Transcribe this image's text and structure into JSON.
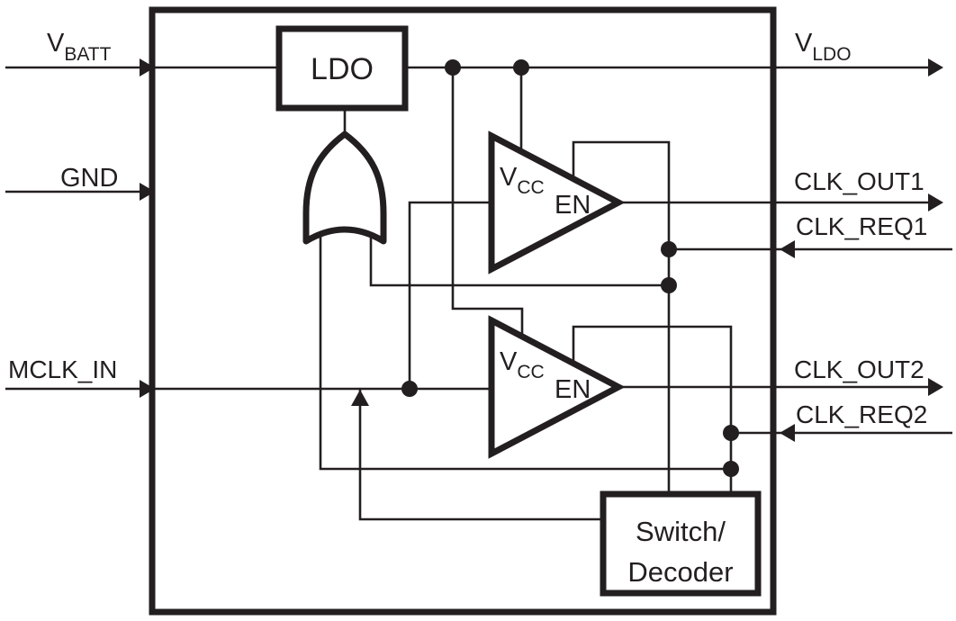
{
  "colors": {
    "ink": "#231f20",
    "background": "#ffffff"
  },
  "pins": {
    "vbatt": {
      "base": "V",
      "sub": "BATT",
      "direction": "input"
    },
    "gnd": {
      "label": "GND",
      "direction": "input"
    },
    "mclk_in": {
      "label": "MCLK_IN",
      "direction": "input"
    },
    "vldo": {
      "base": "V",
      "sub": "LDO",
      "direction": "output"
    },
    "clk_out1": {
      "label": "CLK_OUT1",
      "direction": "output"
    },
    "clk_req1": {
      "label": "CLK_REQ1",
      "direction": "input"
    },
    "clk_out2": {
      "label": "CLK_OUT2",
      "direction": "output"
    },
    "clk_req2": {
      "label": "CLK_REQ2",
      "direction": "input"
    }
  },
  "blocks": {
    "ldo": {
      "label": "LDO"
    },
    "switch_decoder": {
      "label_line1": "Switch/",
      "label_line2": "Decoder"
    },
    "buffer1": {
      "supply_base": "V",
      "supply_sub": "CC",
      "enable_label": "EN"
    },
    "buffer2": {
      "supply_base": "V",
      "supply_sub": "CC",
      "enable_label": "EN"
    },
    "or_gate": {
      "type": "or-gate"
    }
  }
}
